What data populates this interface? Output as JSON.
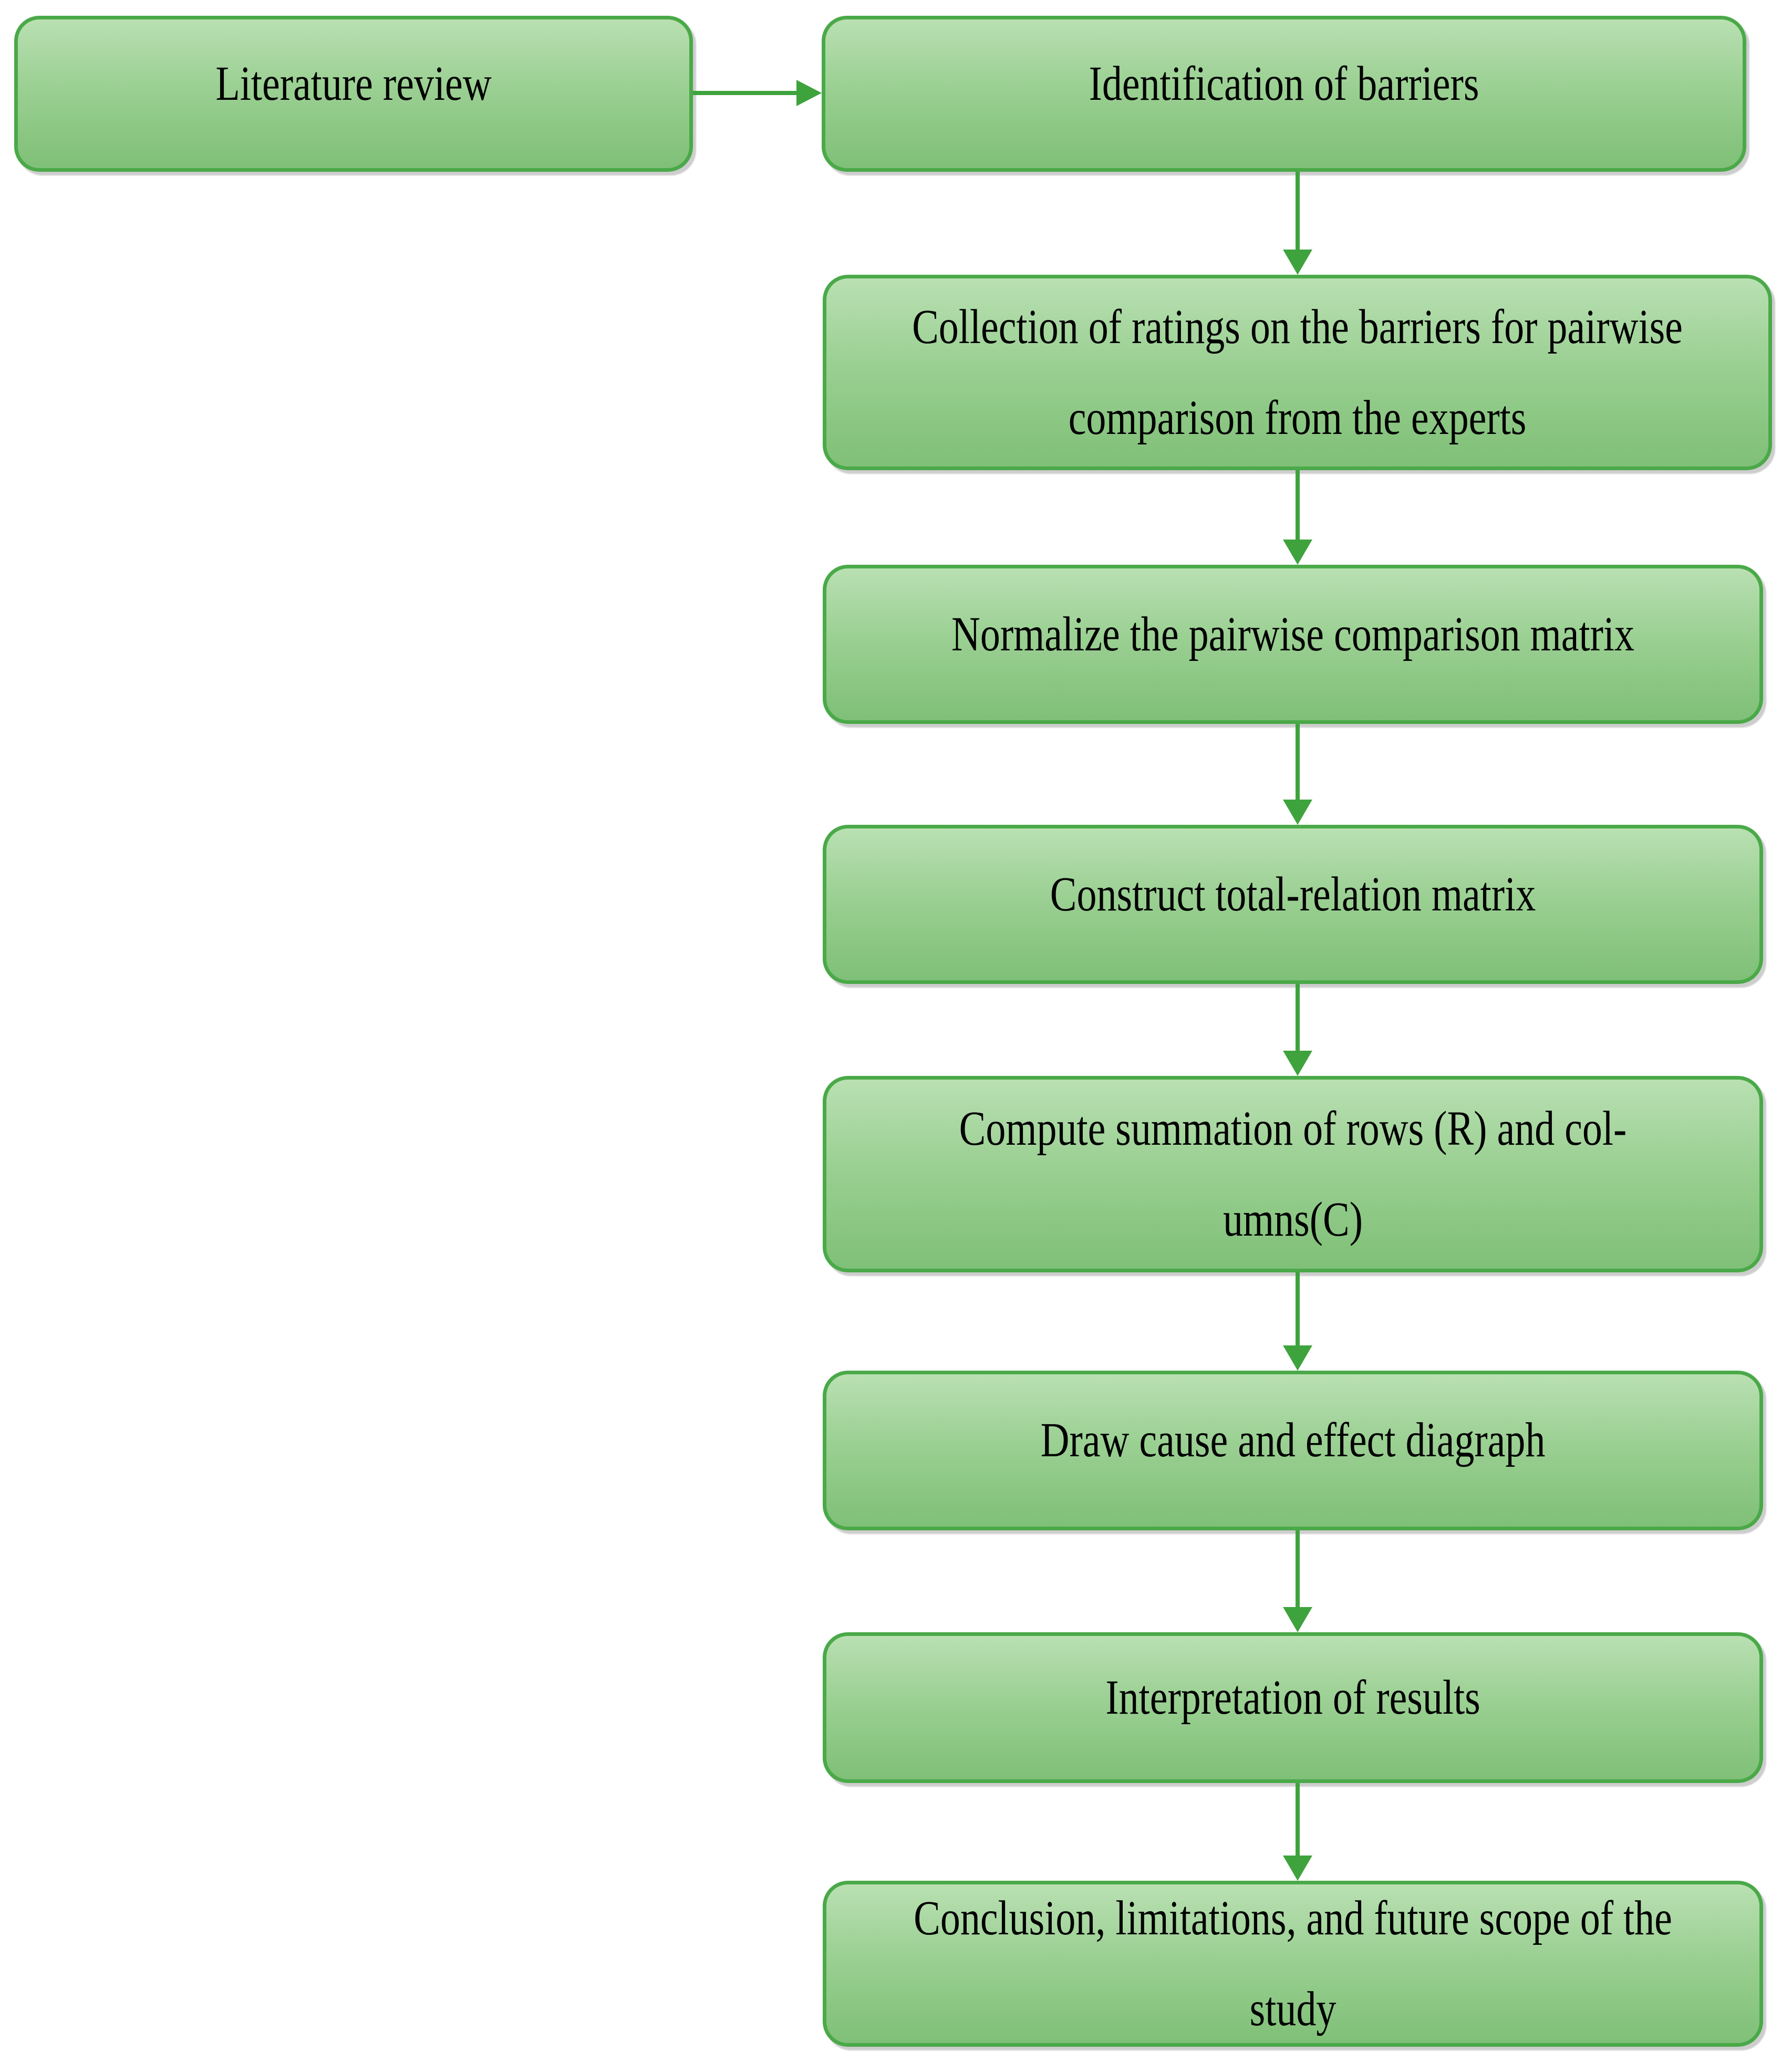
{
  "diagram": {
    "title": "DEMATEL methodology flowchart",
    "colors": {
      "background": "#ffffff",
      "box_border": "#4aa948",
      "box_fill_top": "#b9e0b2",
      "box_fill_bottom": "#7fc077",
      "arrow": "#3fa33d",
      "text": "#000000"
    },
    "nodes": [
      {
        "id": "literature-review",
        "lines": [
          "Literature review"
        ]
      },
      {
        "id": "identification-of-barriers",
        "lines": [
          "Identification of barriers"
        ]
      },
      {
        "id": "collection-of-ratings",
        "lines": [
          "Collection of ratings on the barriers for pairwise",
          "comparison from the experts"
        ]
      },
      {
        "id": "normalize-matrix",
        "lines": [
          "Normalize the pairwise comparison matrix"
        ]
      },
      {
        "id": "construct-total-relation-matrix",
        "lines": [
          "Construct total-relation matrix"
        ]
      },
      {
        "id": "compute-summation",
        "lines": [
          "Compute summation of rows (R) and col-",
          "umns(C)"
        ]
      },
      {
        "id": "draw-cause-effect-diagraph",
        "lines": [
          "Draw cause and effect diagraph"
        ]
      },
      {
        "id": "interpretation-of-results",
        "lines": [
          "Interpretation of results"
        ]
      },
      {
        "id": "conclusion-limitations-future-scope",
        "lines": [
          "Conclusion, limitations, and future scope of the",
          "study"
        ]
      }
    ],
    "connectors": [
      {
        "from": "literature-review",
        "to": "identification-of-barriers",
        "direction": "right"
      },
      {
        "from": "identification-of-barriers",
        "to": "collection-of-ratings",
        "direction": "down"
      },
      {
        "from": "collection-of-ratings",
        "to": "normalize-matrix",
        "direction": "down"
      },
      {
        "from": "normalize-matrix",
        "to": "construct-total-relation-matrix",
        "direction": "down"
      },
      {
        "from": "construct-total-relation-matrix",
        "to": "compute-summation",
        "direction": "down"
      },
      {
        "from": "compute-summation",
        "to": "draw-cause-effect-diagraph",
        "direction": "down"
      },
      {
        "from": "draw-cause-effect-diagraph",
        "to": "interpretation-of-results",
        "direction": "down"
      },
      {
        "from": "interpretation-of-results",
        "to": "conclusion-limitations-future-scope",
        "direction": "down"
      }
    ]
  }
}
